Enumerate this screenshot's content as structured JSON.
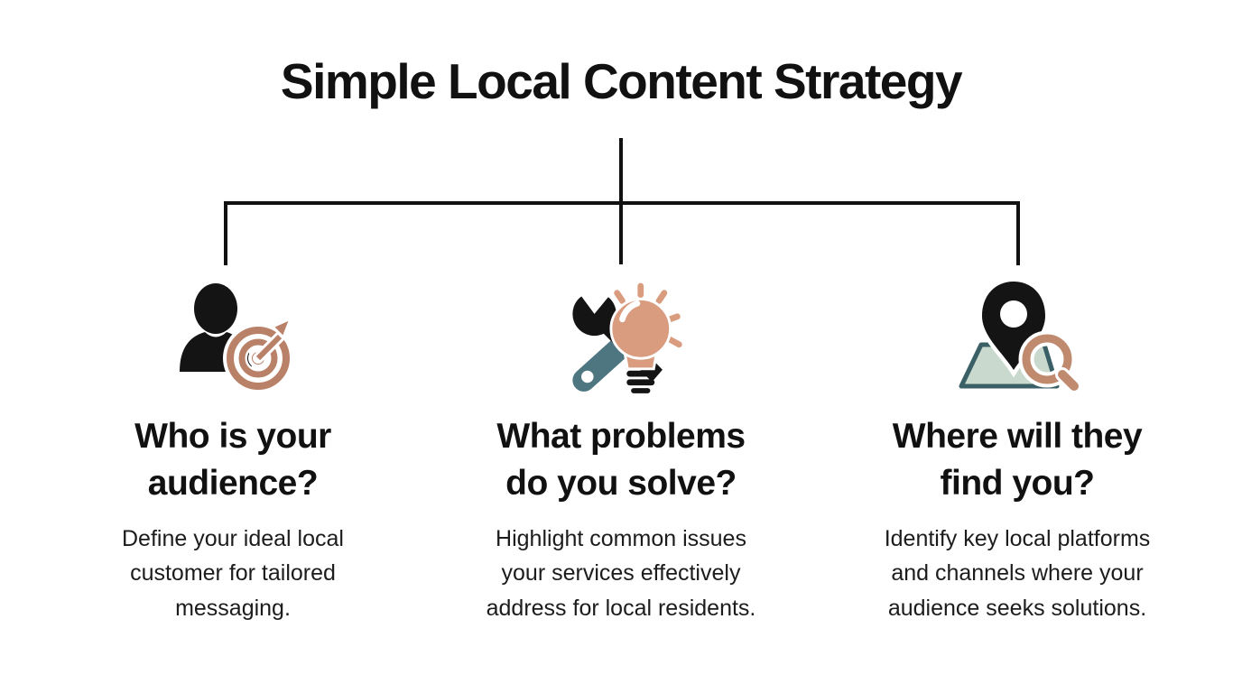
{
  "title": "Simple Local Content Strategy",
  "colors": {
    "background": "#ffffff",
    "text": "#111111",
    "connector_line": "#111111",
    "icon_black": "#141414",
    "target_copper": "#b98168",
    "bulb_salmon": "#d99c7e",
    "wrench_teal": "#4d7680",
    "map_fill_sage": "#c9d9cd",
    "map_outline_teal": "#3a5f66",
    "magnifier_copper": "#c08a6e"
  },
  "columns": [
    {
      "icon": "person-target-icon",
      "heading": [
        "Who is your",
        "audience?"
      ],
      "body": [
        "Define your ideal local",
        "customer for tailored",
        "messaging."
      ]
    },
    {
      "icon": "wrench-lightbulb-icon",
      "heading": [
        "What problems",
        "do you solve?"
      ],
      "body": [
        "Highlight common issues",
        "your services effectively",
        "address for local residents."
      ]
    },
    {
      "icon": "map-pin-magnifier-icon",
      "heading": [
        "Where will they",
        "find you?"
      ],
      "body": [
        "Identify key local platforms",
        "and channels where your",
        "audience seeks solutions."
      ]
    }
  ]
}
